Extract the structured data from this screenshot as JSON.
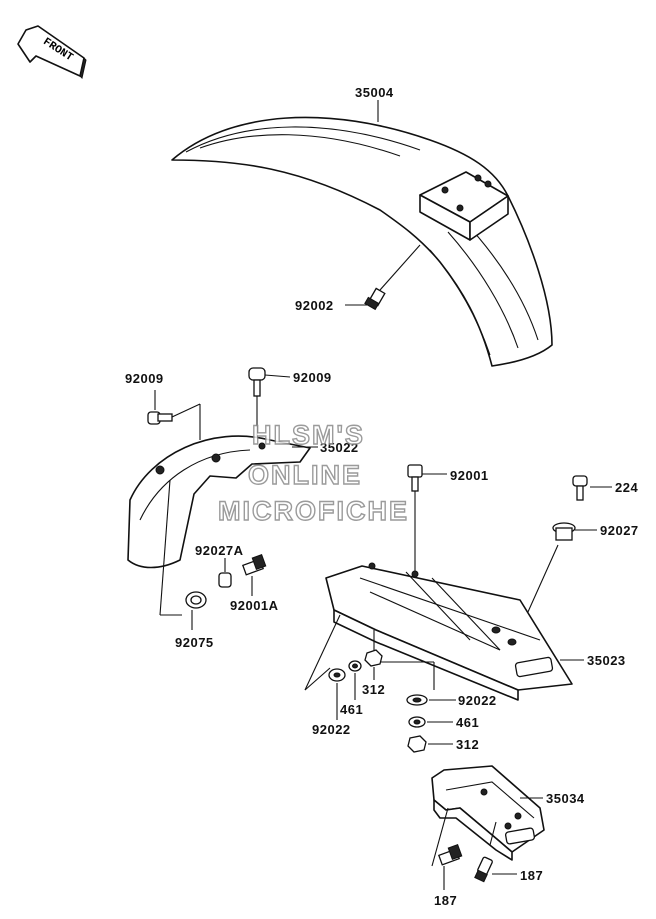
{
  "front_badge": "FRONT",
  "watermark": [
    "HLSM'S",
    "ONLINE",
    "MICROFICHE"
  ],
  "parts": {
    "p35004": "35004",
    "p92002": "92002",
    "p92009a": "92009",
    "p92009b": "92009",
    "p35022": "35022",
    "p92001": "92001",
    "p224": "224",
    "p92027": "92027",
    "p92027A": "92027A",
    "p92001A": "92001A",
    "p92075": "92075",
    "p35023": "35023",
    "p312a": "312",
    "p461a": "461",
    "p92022a": "92022",
    "p92022b": "92022",
    "p461b": "461",
    "p312b": "312",
    "p35034": "35034",
    "p187a": "187",
    "p187b": "187"
  }
}
